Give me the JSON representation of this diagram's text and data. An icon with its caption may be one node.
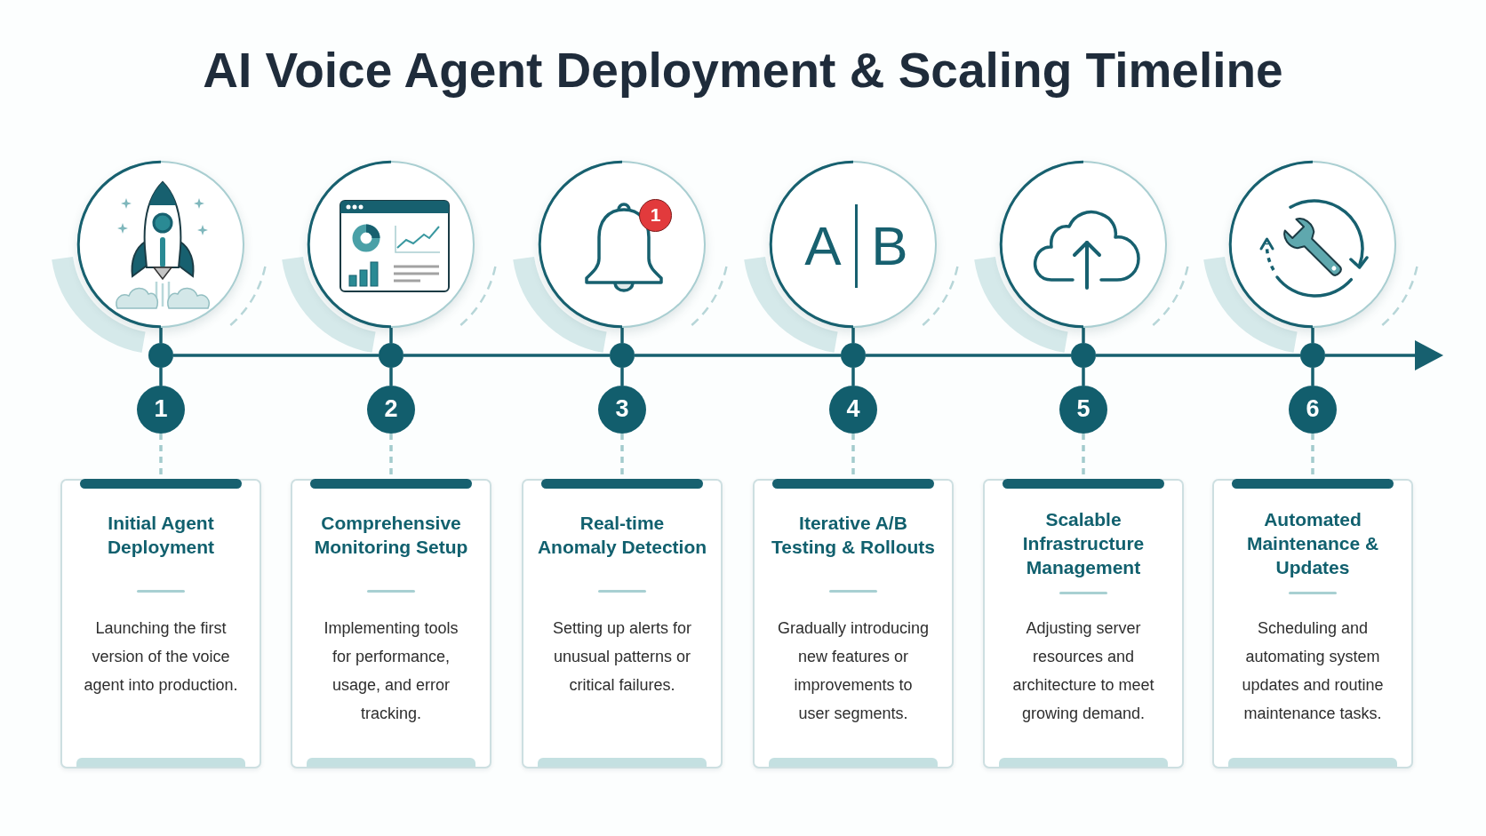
{
  "diagram": {
    "title": "AI Voice Agent Deployment & Scaling Timeline",
    "nodes": [
      {
        "text": [],
        "shape": "picture"
      },
      {
        "text": [],
        "shape": "picture"
      },
      {
        "text": [],
        "shape": "picture"
      },
      {
        "text": [
          "A",
          "B"
        ]
      },
      {
        "text": [],
        "shape": "picture"
      },
      {
        "text": [],
        "shape": "picture"
      },
      {
        "text": [
          "1"
        ],
        "in": 2
      },
      {
        "text": [],
        "shape": "circle"
      },
      {
        "text": [],
        "shape": "circle"
      },
      {
        "text": [],
        "shape": "circle"
      },
      {
        "text": [],
        "shape": "circle"
      },
      {
        "text": [],
        "shape": "circle"
      },
      {
        "text": [],
        "shape": "circle"
      },
      {
        "text": [
          "1"
        ]
      },
      {
        "text": [
          "2"
        ]
      },
      {
        "text": [
          "3"
        ]
      },
      {
        "text": [
          "4"
        ]
      },
      {
        "text": [
          "5"
        ]
      },
      {
        "text": [
          "6"
        ]
      },
      {
        "text": [
          "Initial Agent Deployment",
          "Launching the first version of the voice agent into production."
        ]
      },
      {
        "text": [
          "Comprehensive Monitoring Setup",
          "Implementing tools for performance, usage, and error tracking."
        ]
      },
      {
        "text": [
          "Real-time Anomaly Detection",
          "Setting up alerts for unusual patterns or critical failures."
        ]
      },
      {
        "text": [
          "Iterative A/B Testing & Rollouts",
          "Gradually introducing new features or improvements to user segments."
        ]
      },
      {
        "text": [
          "Scalable Infrastructure Management",
          "Adjusting server resources and architecture to meet growing demand."
        ]
      },
      {
        "text": [
          "Automated Maintenance & Updates",
          "Scheduling and automating system updates and routine maintenance tasks."
        ]
      }
    ],
    "edges": [
      {
        "from": 0,
        "to": 7,
        "arrow": "none"
      },
      {
        "from": 1,
        "to": 8,
        "arrow": "none"
      },
      {
        "from": 2,
        "to": 9,
        "arrow": "none"
      },
      {
        "from": 3,
        "to": 10,
        "arrow": "none"
      },
      {
        "from": 4,
        "to": 11,
        "arrow": "none"
      },
      {
        "from": 5,
        "to": 12,
        "arrow": "none"
      },
      {
        "from": 7,
        "to": 13,
        "arrow": "none"
      },
      {
        "from": 8,
        "to": 14,
        "arrow": "none"
      },
      {
        "from": 9,
        "to": 15,
        "arrow": "none"
      },
      {
        "from": 10,
        "to": 16,
        "arrow": "none"
      },
      {
        "from": 11,
        "to": 17,
        "arrow": "none"
      },
      {
        "from": 12,
        "to": 18,
        "arrow": "none"
      },
      {
        "from": 13,
        "to": 19,
        "arrow": "none",
        "style": "dashed",
        "color": "#a3cbcd"
      },
      {
        "from": 14,
        "to": 20,
        "arrow": "none",
        "style": "dashed",
        "color": "#a3cbcd"
      },
      {
        "from": 15,
        "to": 21,
        "arrow": "none",
        "style": "dashed",
        "color": "#a3cbcd"
      },
      {
        "from": 16,
        "to": 22,
        "arrow": "none",
        "style": "dashed",
        "color": "#a3cbcd"
      },
      {
        "from": 17,
        "to": 23,
        "arrow": "none",
        "style": "dashed",
        "color": "#a3cbcd"
      },
      {
        "from": 18,
        "to": 24,
        "arrow": "none",
        "style": "dashed",
        "color": "#a3cbcd"
      },
      {
        "from": 7,
        "to": 8,
        "arrow": "none"
      },
      {
        "from": 8,
        "to": 9,
        "arrow": "none"
      },
      {
        "from": 9,
        "to": 10,
        "arrow": "none"
      },
      {
        "from": 10,
        "to": 11,
        "arrow": "none"
      },
      {
        "from": 11,
        "to": 12,
        "arrow": "none"
      },
      {
        "from": 12,
        "to": null,
        "arrow": "to"
      }
    ]
  }
}
